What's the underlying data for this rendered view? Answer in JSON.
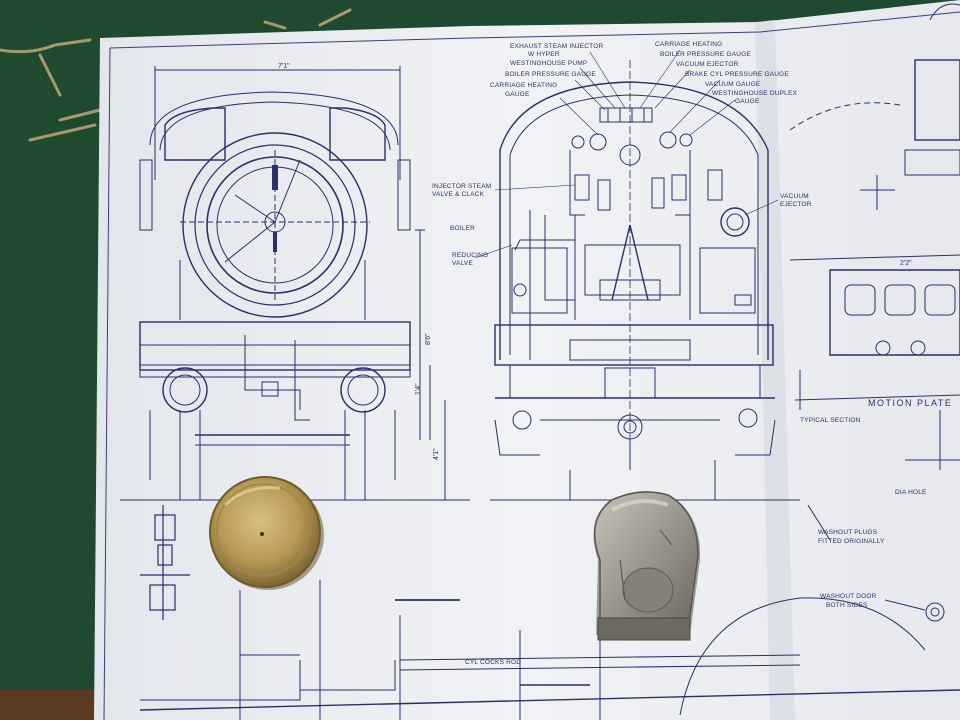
{
  "colors": {
    "table_green": "#1f4a30",
    "paper": "#eef0f3",
    "ink": "#2b2f6a",
    "brass": "#b89a55",
    "pewter": "#9a968c"
  },
  "labels": {
    "exhaust_injector": "EXHAUST STEAM INJECTOR",
    "exhaust_injector_sub": "W HYPER",
    "westinghouse_pump": "WESTINGHOUSE PUMP",
    "boiler_pressure_gauge_left": "BOILER PRESSURE GAUGE",
    "carriage_heating_left": "CARRIAGE HEATING",
    "gauge_left": "GAUGE",
    "carriage_heating_right": "CARRIAGE HEATING",
    "boiler_pressure_gauge_right": "BOILER PRESSURE GAUGE",
    "vacuum_ejector": "VACUUM EJECTOR",
    "brake_cyl_pressure_gauge": "BRAKE CYL PRESSURE GAUGE",
    "vacuum_gauge": "VACUUM GAUGE",
    "westinghouse_duplex": "WESTINGHOUSE DUPLEX",
    "gauge_right": "GAUGE",
    "injector_steam_valve": "INJECTOR STEAM",
    "injector_steam_valve_2": "VALVE & CLACK",
    "reducing_valve": "REDUCING",
    "reducing_valve_2": "VALVE",
    "vacuum_ejector_side": "VACUUM",
    "vacuum_ejector_side_2": "EJECTOR",
    "boiler": "BOILER",
    "motion_plate": "MOTION PLATE",
    "typical_section": "TYPICAL SECTION",
    "washout_plugs": "WASHOUT PLUGS",
    "washout_plugs_2": "FITTED ORIGINALLY",
    "washout_door": "WASHOUT DOOR",
    "washout_door_2": "BOTH SIDES",
    "cyl_cocks_rod": "CYL COCKS ROD",
    "dia_hole": "DIA HOLE",
    "dim_width": "7'1\"",
    "dim_height": "8'6\"",
    "dim_buffer": "1'4\"",
    "dim_low": "4'1\"",
    "dim_motion": "2'2\""
  }
}
